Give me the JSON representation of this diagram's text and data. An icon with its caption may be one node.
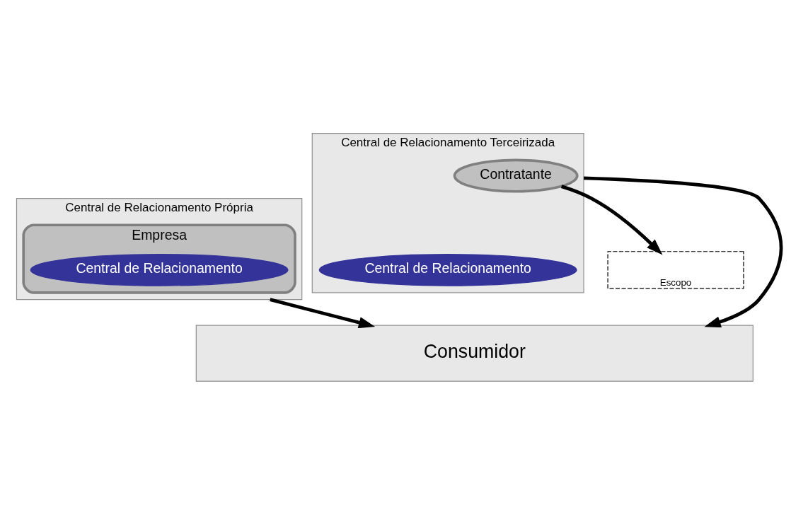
{
  "diagram": {
    "nodes": [
      {
        "text": [
          "Central de Relacionamento Própria"
        ]
      },
      {
        "text": [
          "Empresa"
        ],
        "in": 0
      },
      {
        "text": [
          "Central de Relacionamento"
        ],
        "in": 1
      },
      {
        "text": [
          "Central de Relacionamento Terceirizada"
        ]
      },
      {
        "text": [
          "Contratante"
        ],
        "in": 3
      },
      {
        "text": [
          "Central de Relacionamento"
        ],
        "in": 3
      },
      {
        "text": [
          "Escopo"
        ]
      },
      {
        "text": [
          "Consumidor"
        ]
      }
    ],
    "edges": [
      {
        "from": 4,
        "to": 6,
        "arrow": "to"
      },
      {
        "from": 0,
        "to": 7,
        "arrow": "to"
      },
      {
        "from": 3,
        "to": 7,
        "arrow": "to"
      }
    ]
  }
}
